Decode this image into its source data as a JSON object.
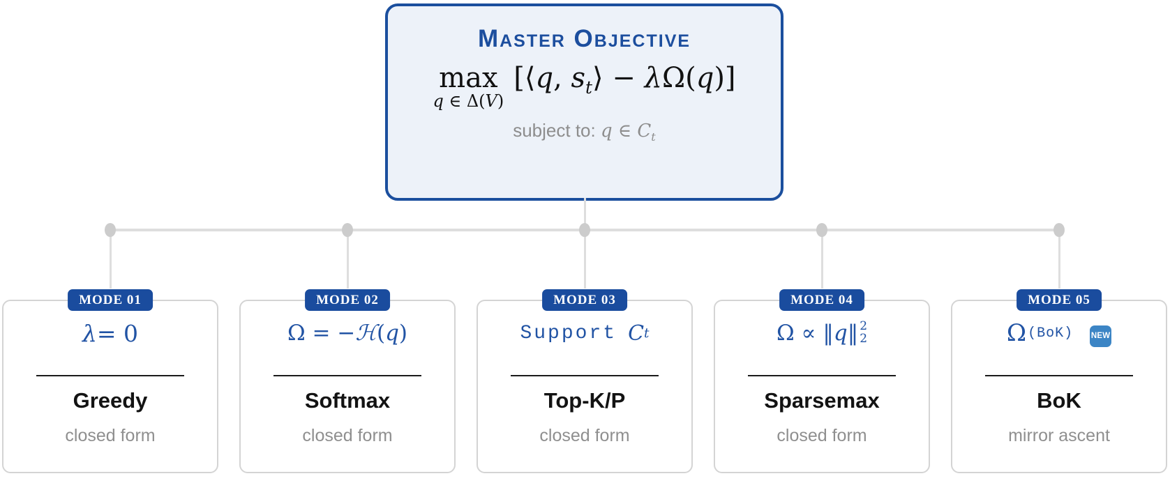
{
  "master": {
    "title": "Master Objective",
    "formula": {
      "operator": "max",
      "under_q": "q",
      "under_mid": " ∈ Δ(",
      "under_set": "V",
      "under_close": ")",
      "open": "[⟨",
      "q": "q",
      "comma": ", ",
      "s": "s",
      "s_sub": "t",
      "mid": "⟩ − ",
      "lambda": "λ",
      "omega": "Ω",
      "open_paren": "(",
      "q2": "q",
      "close": ")]"
    },
    "subject": {
      "label": "subject to: ",
      "q": "q",
      "element_of": " ∈ ",
      "set": "C",
      "set_sub": "t"
    }
  },
  "modes": [
    {
      "badge": "MODE 01",
      "name": "Greedy",
      "method": "closed form",
      "formula": {
        "lambda": "λ",
        "rest": " = 0"
      }
    },
    {
      "badge": "MODE 02",
      "name": "Softmax",
      "method": "closed form",
      "formula": {
        "prefix": "Ω = −",
        "script_h": "ℋ",
        "open": "(",
        "q": "q",
        "close": ")"
      }
    },
    {
      "badge": "MODE 03",
      "name": "Top-K/P",
      "method": "closed form",
      "formula": {
        "support": "Support",
        "set": "C",
        "sub": "t"
      }
    },
    {
      "badge": "MODE 04",
      "name": "Sparsemax",
      "method": "closed form",
      "formula": {
        "prefix": "Ω ∝ ‖",
        "q": "q",
        "norm_close": "‖",
        "sup": "2",
        "sub": "2"
      }
    },
    {
      "badge": "MODE 05",
      "name": "BoK",
      "method": "mirror ascent",
      "formula": {
        "omega": "Ω",
        "sup": "(BoK)"
      },
      "new_badge": "NEW"
    }
  ],
  "colors": {
    "primary_blue": "#1b4f9e",
    "formula_blue": "#2153a4",
    "master_fill": "#edf2f9",
    "connector_gray": "#dedede",
    "dot_gray": "#cccccc",
    "card_border": "#d4d4d4",
    "muted_text": "#8f8f8f",
    "new_badge_blue": "#3c85c5"
  }
}
